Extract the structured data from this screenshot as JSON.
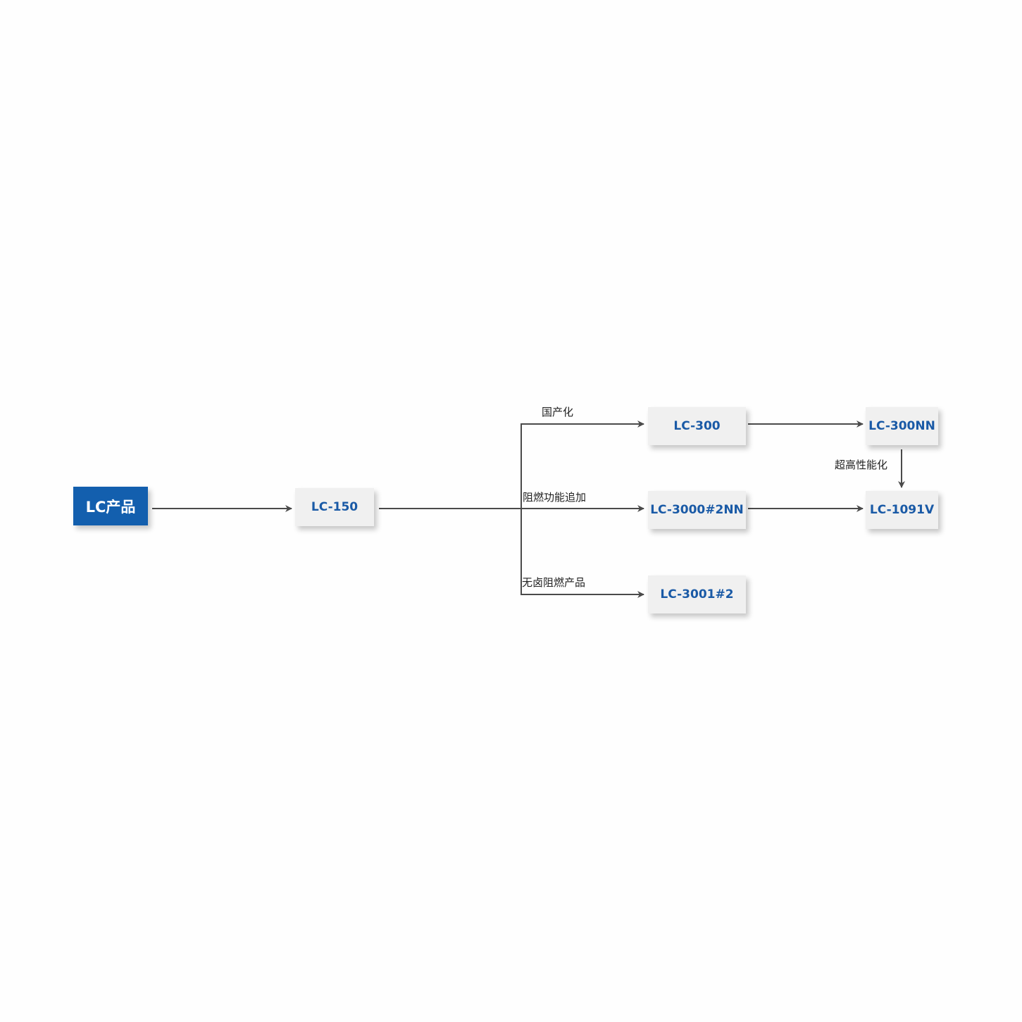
{
  "colors": {
    "root_fill": "#135fae",
    "node_fill": "#f0f0f0",
    "node_text": "#1a5aa6",
    "line": "#4a4a4a"
  },
  "nodes": {
    "root": "LC产品",
    "lc150": "LC-150",
    "lc300": "LC-300",
    "lc300nn": "LC-300NN",
    "lc3000_2nn": "LC-3000#2NN",
    "lc1091v": "LC-1091V",
    "lc3001_2": "LC-3001#2"
  },
  "edge_labels": {
    "domestic": "国产化",
    "flame_retardant_added": "阻燃功能追加",
    "halogen_free": "无卤阻燃产品",
    "ultra_high_performance": "超高性能化"
  }
}
